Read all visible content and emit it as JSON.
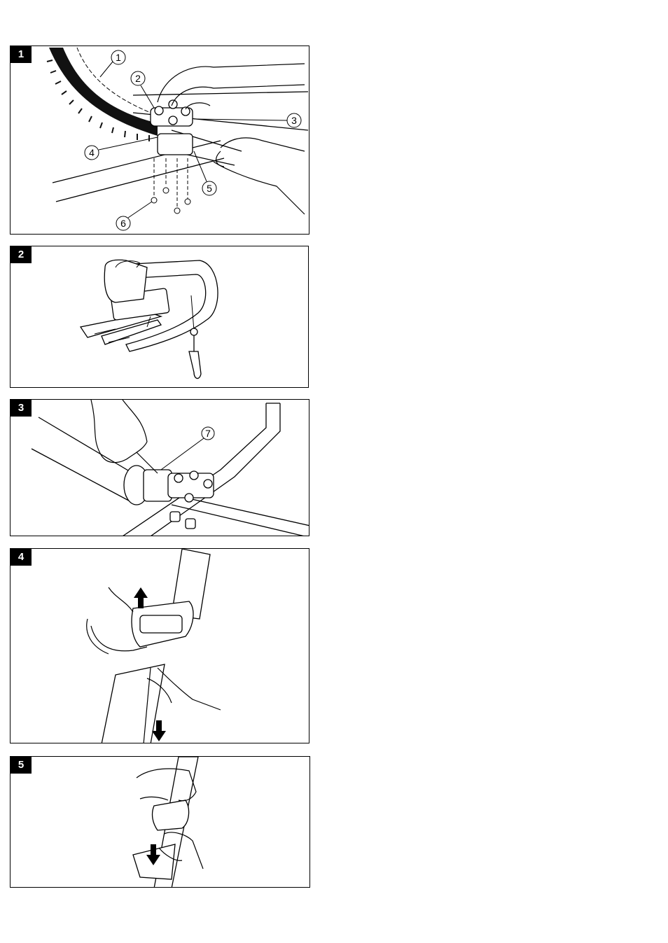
{
  "panels": [
    {
      "number": "1",
      "callouts": [
        "1",
        "2",
        "3",
        "4",
        "5",
        "6"
      ]
    },
    {
      "number": "2"
    },
    {
      "number": "3",
      "callouts": [
        "7"
      ]
    },
    {
      "number": "4"
    },
    {
      "number": "5"
    }
  ]
}
